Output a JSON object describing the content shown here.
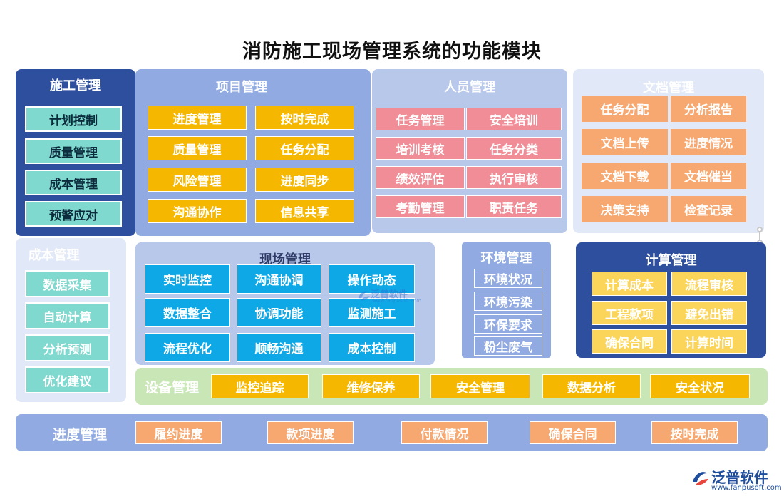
{
  "title": "消防施工现场管理系统的功能模块",
  "construction": {
    "title": "施工管理",
    "items": [
      "计划控制",
      "质量管理",
      "成本管理",
      "预警应对"
    ]
  },
  "project": {
    "title": "项目管理",
    "items": [
      "进度管理",
      "按时完成",
      "质量管理",
      "任务分配",
      "风险管理",
      "进度同步",
      "沟通协作",
      "信息共享"
    ]
  },
  "personnel": {
    "title": "人员管理",
    "items": [
      "任务管理",
      "安全培训",
      "培训考核",
      "任务分类",
      "绩效评估",
      "执行审核",
      "考勤管理",
      "职责任务"
    ]
  },
  "documents": {
    "title": "文档管理",
    "items": [
      "任务分配",
      "分析报告",
      "文档上传",
      "进度情况",
      "文档下载",
      "文档催当",
      "决策支持",
      "检查记录"
    ]
  },
  "cost": {
    "title": "成本管理",
    "items": [
      "数据采集",
      "自动计算",
      "分析预测",
      "优化建议"
    ]
  },
  "site": {
    "title": "现场管理",
    "items": [
      "实时监控",
      "沟通协调",
      "操作动态",
      "数据整合",
      "协调功能",
      "监测施工",
      "流程优化",
      "顺畅沟通",
      "成本控制"
    ]
  },
  "environment": {
    "title": "环境管理",
    "items": [
      "环境状况",
      "环境污染",
      "环保要求",
      "粉尘废气"
    ]
  },
  "calculation": {
    "title": "计算管理",
    "items": [
      "计算成本",
      "流程审核",
      "工程款项",
      "避免出错",
      "确保合同",
      "计算时间"
    ]
  },
  "equipment": {
    "title": "设备管理",
    "items": [
      "监控追踪",
      "维修保养",
      "安全管理",
      "数据分析",
      "安全状况"
    ]
  },
  "progress": {
    "title": "进度管理",
    "items": [
      "履约进度",
      "款项进度",
      "付款情况",
      "确保合同",
      "按时完成"
    ]
  },
  "logo": {
    "name": "泛普软件",
    "url": "www.fanpusoft.com",
    "mark_icon": "fanpu-logo-icon"
  },
  "watermark": {
    "name": "泛普软件",
    "url": "www.fanpusoft.com"
  }
}
